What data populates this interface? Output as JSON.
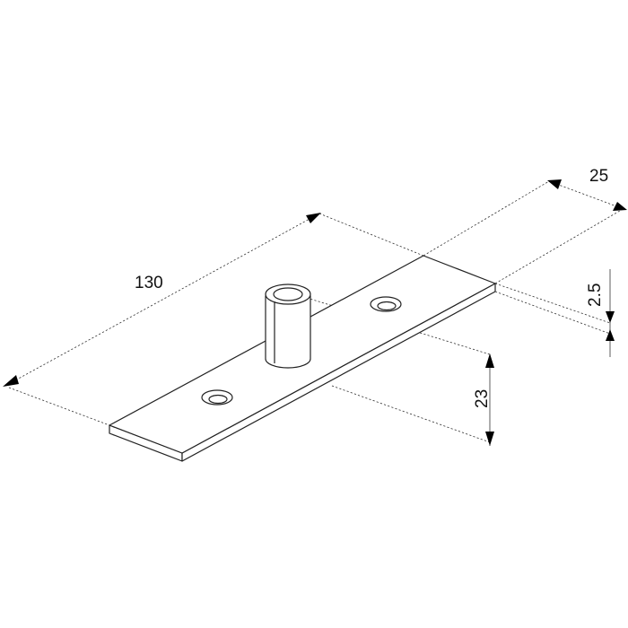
{
  "dimensions": {
    "length": "130",
    "width": "25",
    "thickness": "2.5",
    "pin_height": "23"
  },
  "colors": {
    "line": "#222222",
    "arrow": "#000000",
    "background": "#ffffff"
  }
}
